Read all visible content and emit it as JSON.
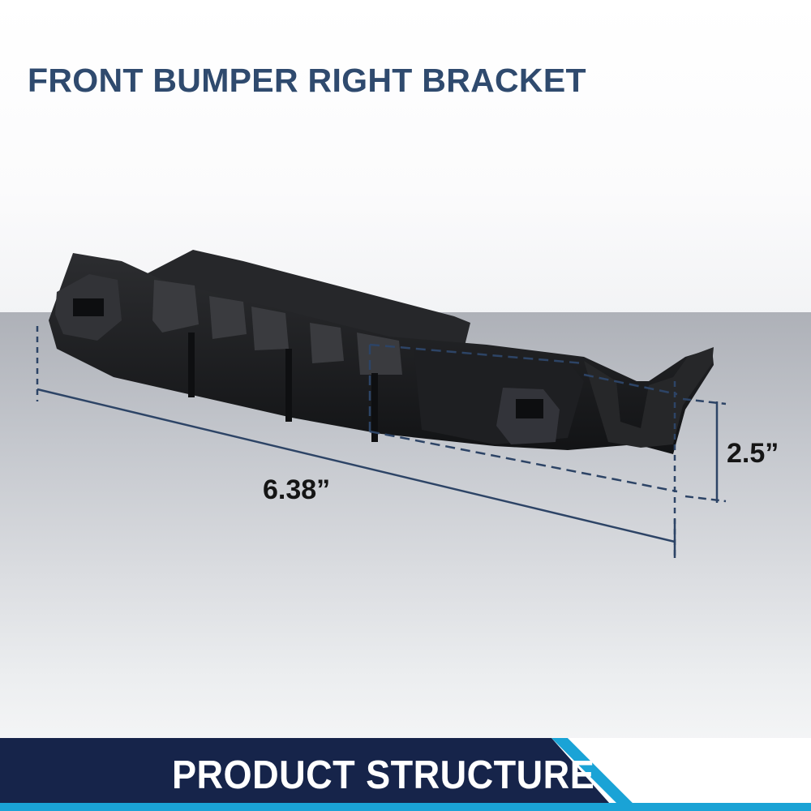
{
  "title": "FRONT BUMPER RIGHT BRACKET",
  "dimensions": {
    "length": "6.38”",
    "height": "2.5”"
  },
  "banner": {
    "label": "PRODUCT STRUCTURE"
  },
  "colors": {
    "title": "#2f4a6e",
    "dimension_line": "#2d4466",
    "banner_dark": "#16244a",
    "banner_accent": "#1aa3d6",
    "part": "#1a1b1d"
  }
}
